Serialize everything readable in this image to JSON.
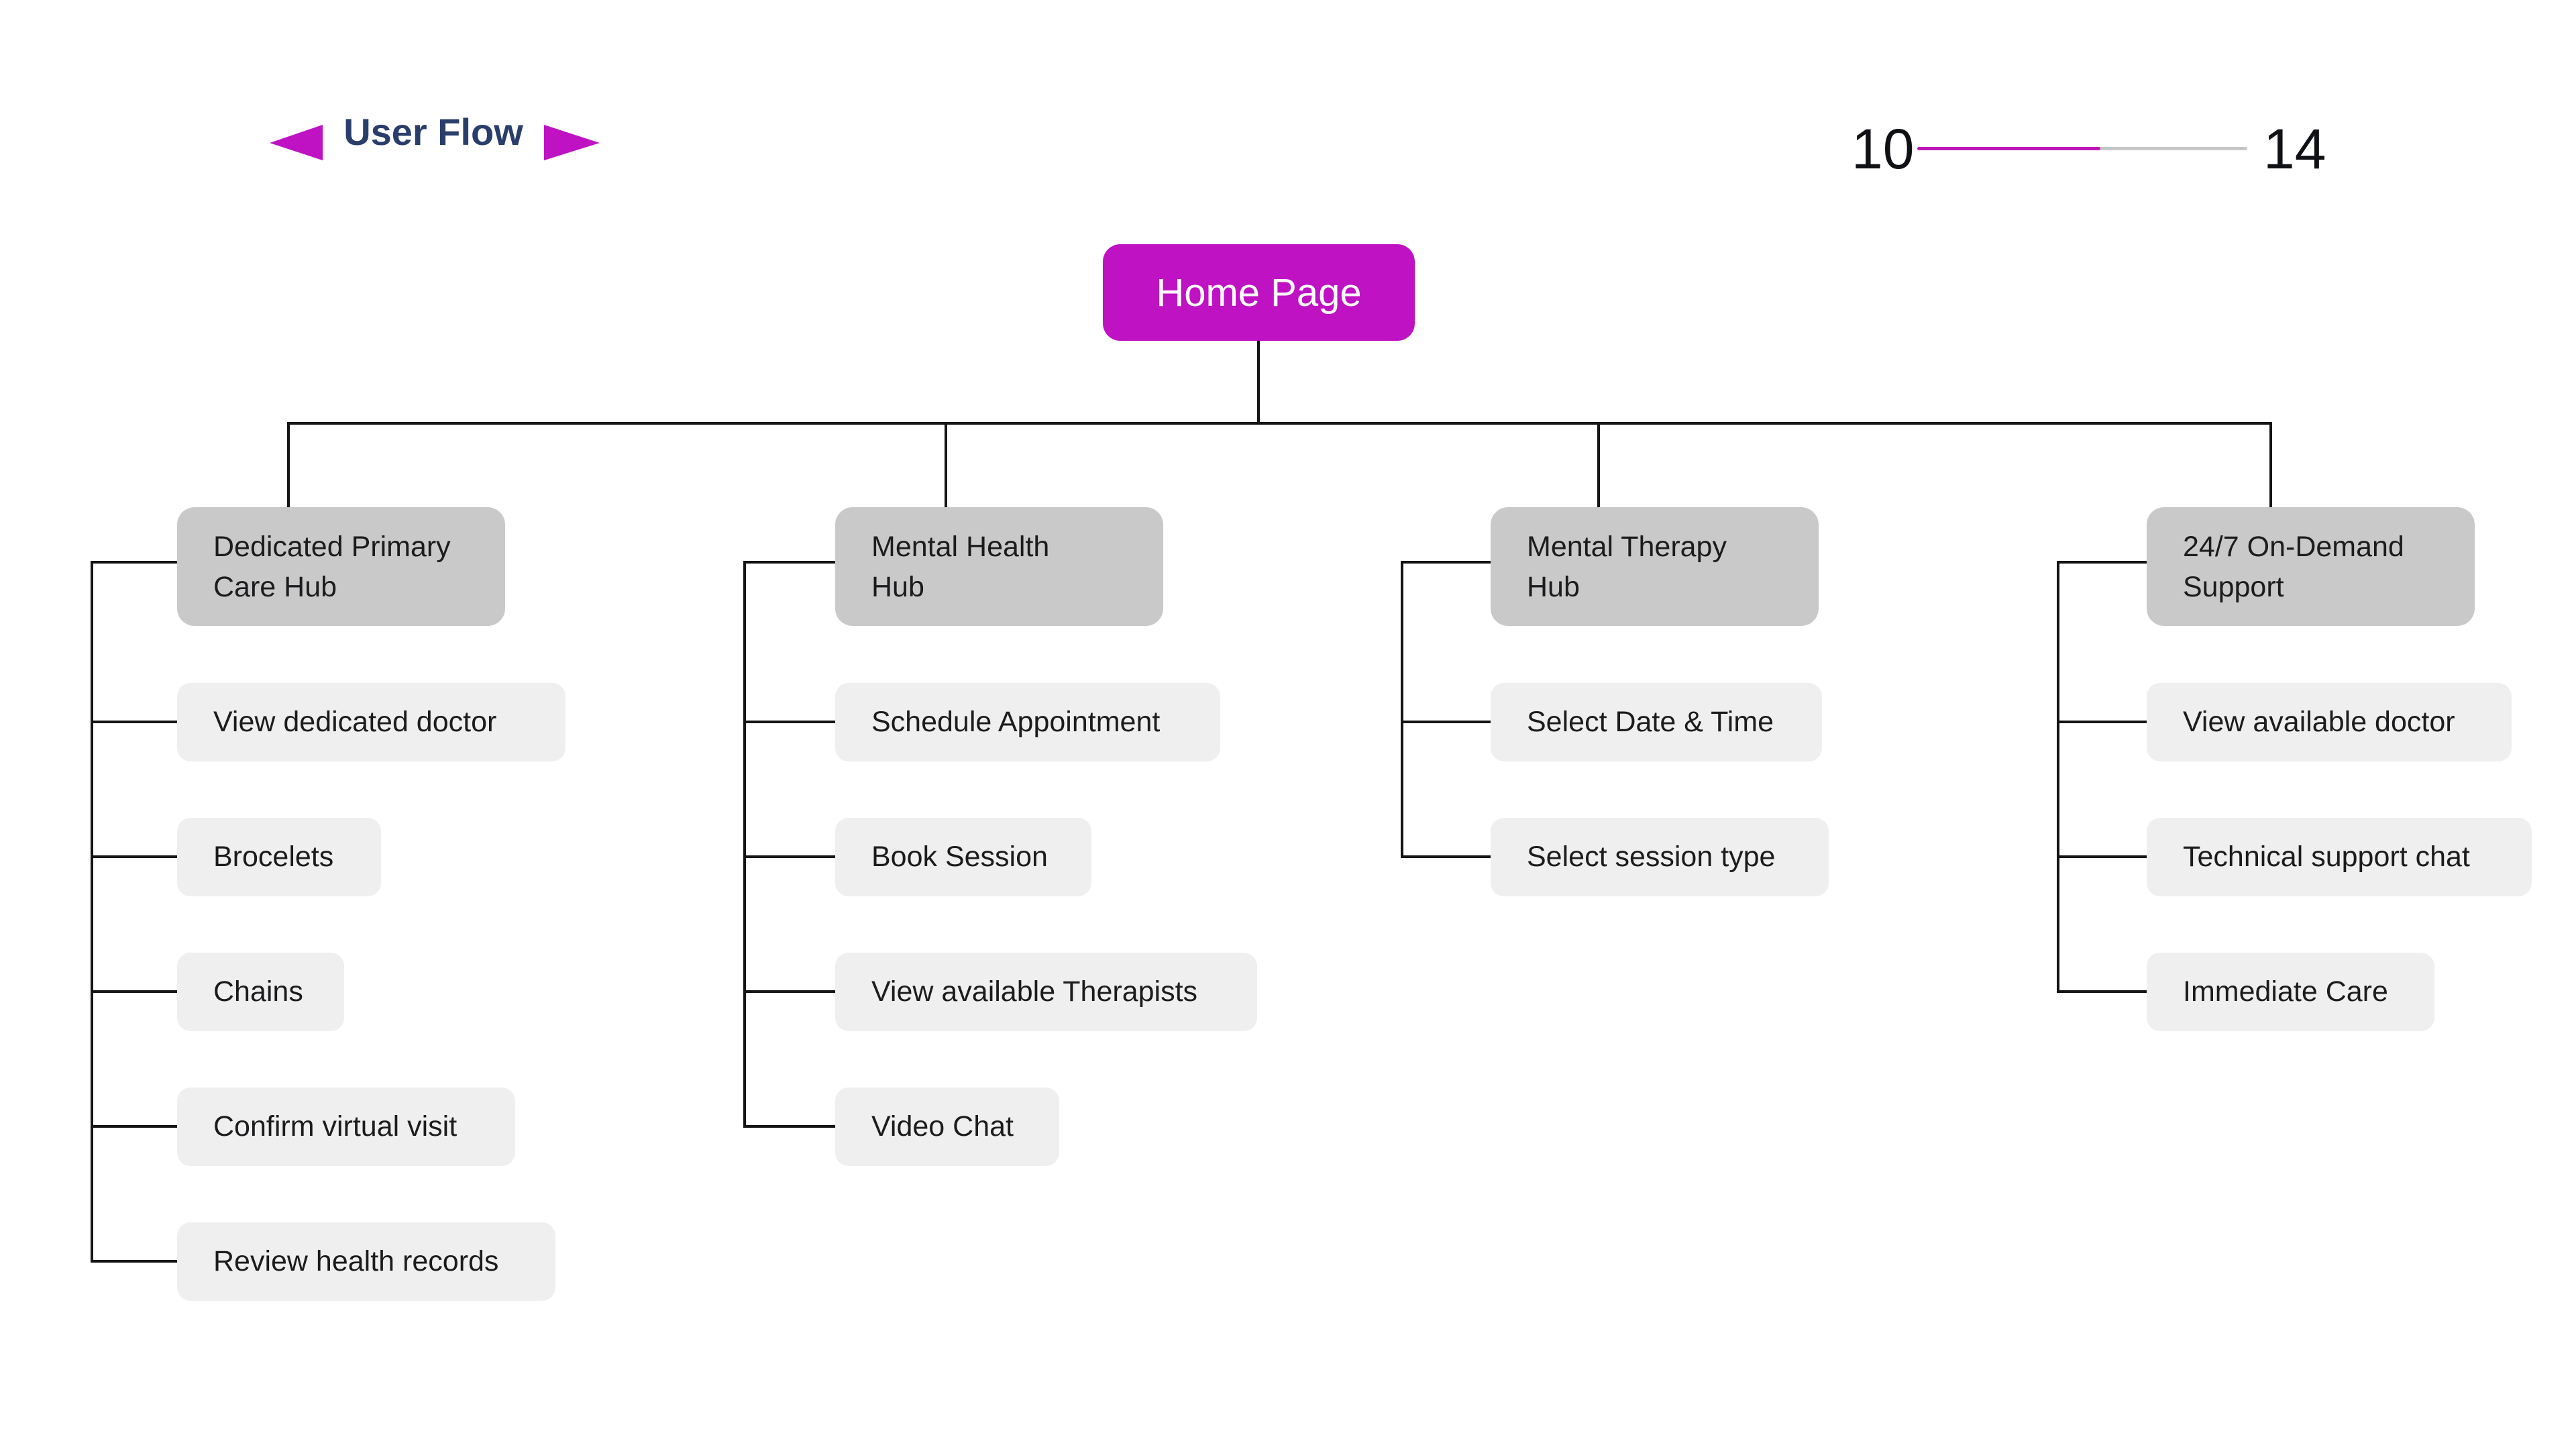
{
  "header": {
    "title": "User Flow",
    "left_arrow_icon": "left-triangle",
    "right_arrow_icon": "right-triangle",
    "title_color": "#293e6b",
    "accent_color": "#bf12c3"
  },
  "pagination": {
    "current": "10",
    "total": "14",
    "progress_percent": 55,
    "active_color": "#bf17b8",
    "track_color": "#c6c6c6"
  },
  "flow": {
    "root": {
      "label": "Home Page",
      "bg": "#bf12c3",
      "text_color": "#ffffff"
    },
    "hub_bg": "#c9c9c9",
    "child_bg": "#efefef",
    "line_color": "#141414",
    "columns": [
      {
        "hub": {
          "label": "Dedicated Primary\nCare Hub"
        },
        "children": [
          {
            "label": "View dedicated doctor"
          },
          {
            "label": "Brocelets"
          },
          {
            "label": "Chains"
          },
          {
            "label": "Confirm virtual visit"
          },
          {
            "label": "Review health records"
          }
        ]
      },
      {
        "hub": {
          "label": "Mental Health\nHub"
        },
        "children": [
          {
            "label": "Schedule Appointment"
          },
          {
            "label": "Book Session"
          },
          {
            "label": "View available Therapists"
          },
          {
            "label": "Video Chat"
          }
        ]
      },
      {
        "hub": {
          "label": "Mental Therapy\nHub"
        },
        "children": [
          {
            "label": "Select Date & Time"
          },
          {
            "label": "Select session type"
          }
        ]
      },
      {
        "hub": {
          "label": "24/7 On-Demand\nSupport"
        },
        "children": [
          {
            "label": "View available doctor"
          },
          {
            "label": "Technical support chat"
          },
          {
            "label": "Immediate Care"
          }
        ]
      }
    ]
  }
}
